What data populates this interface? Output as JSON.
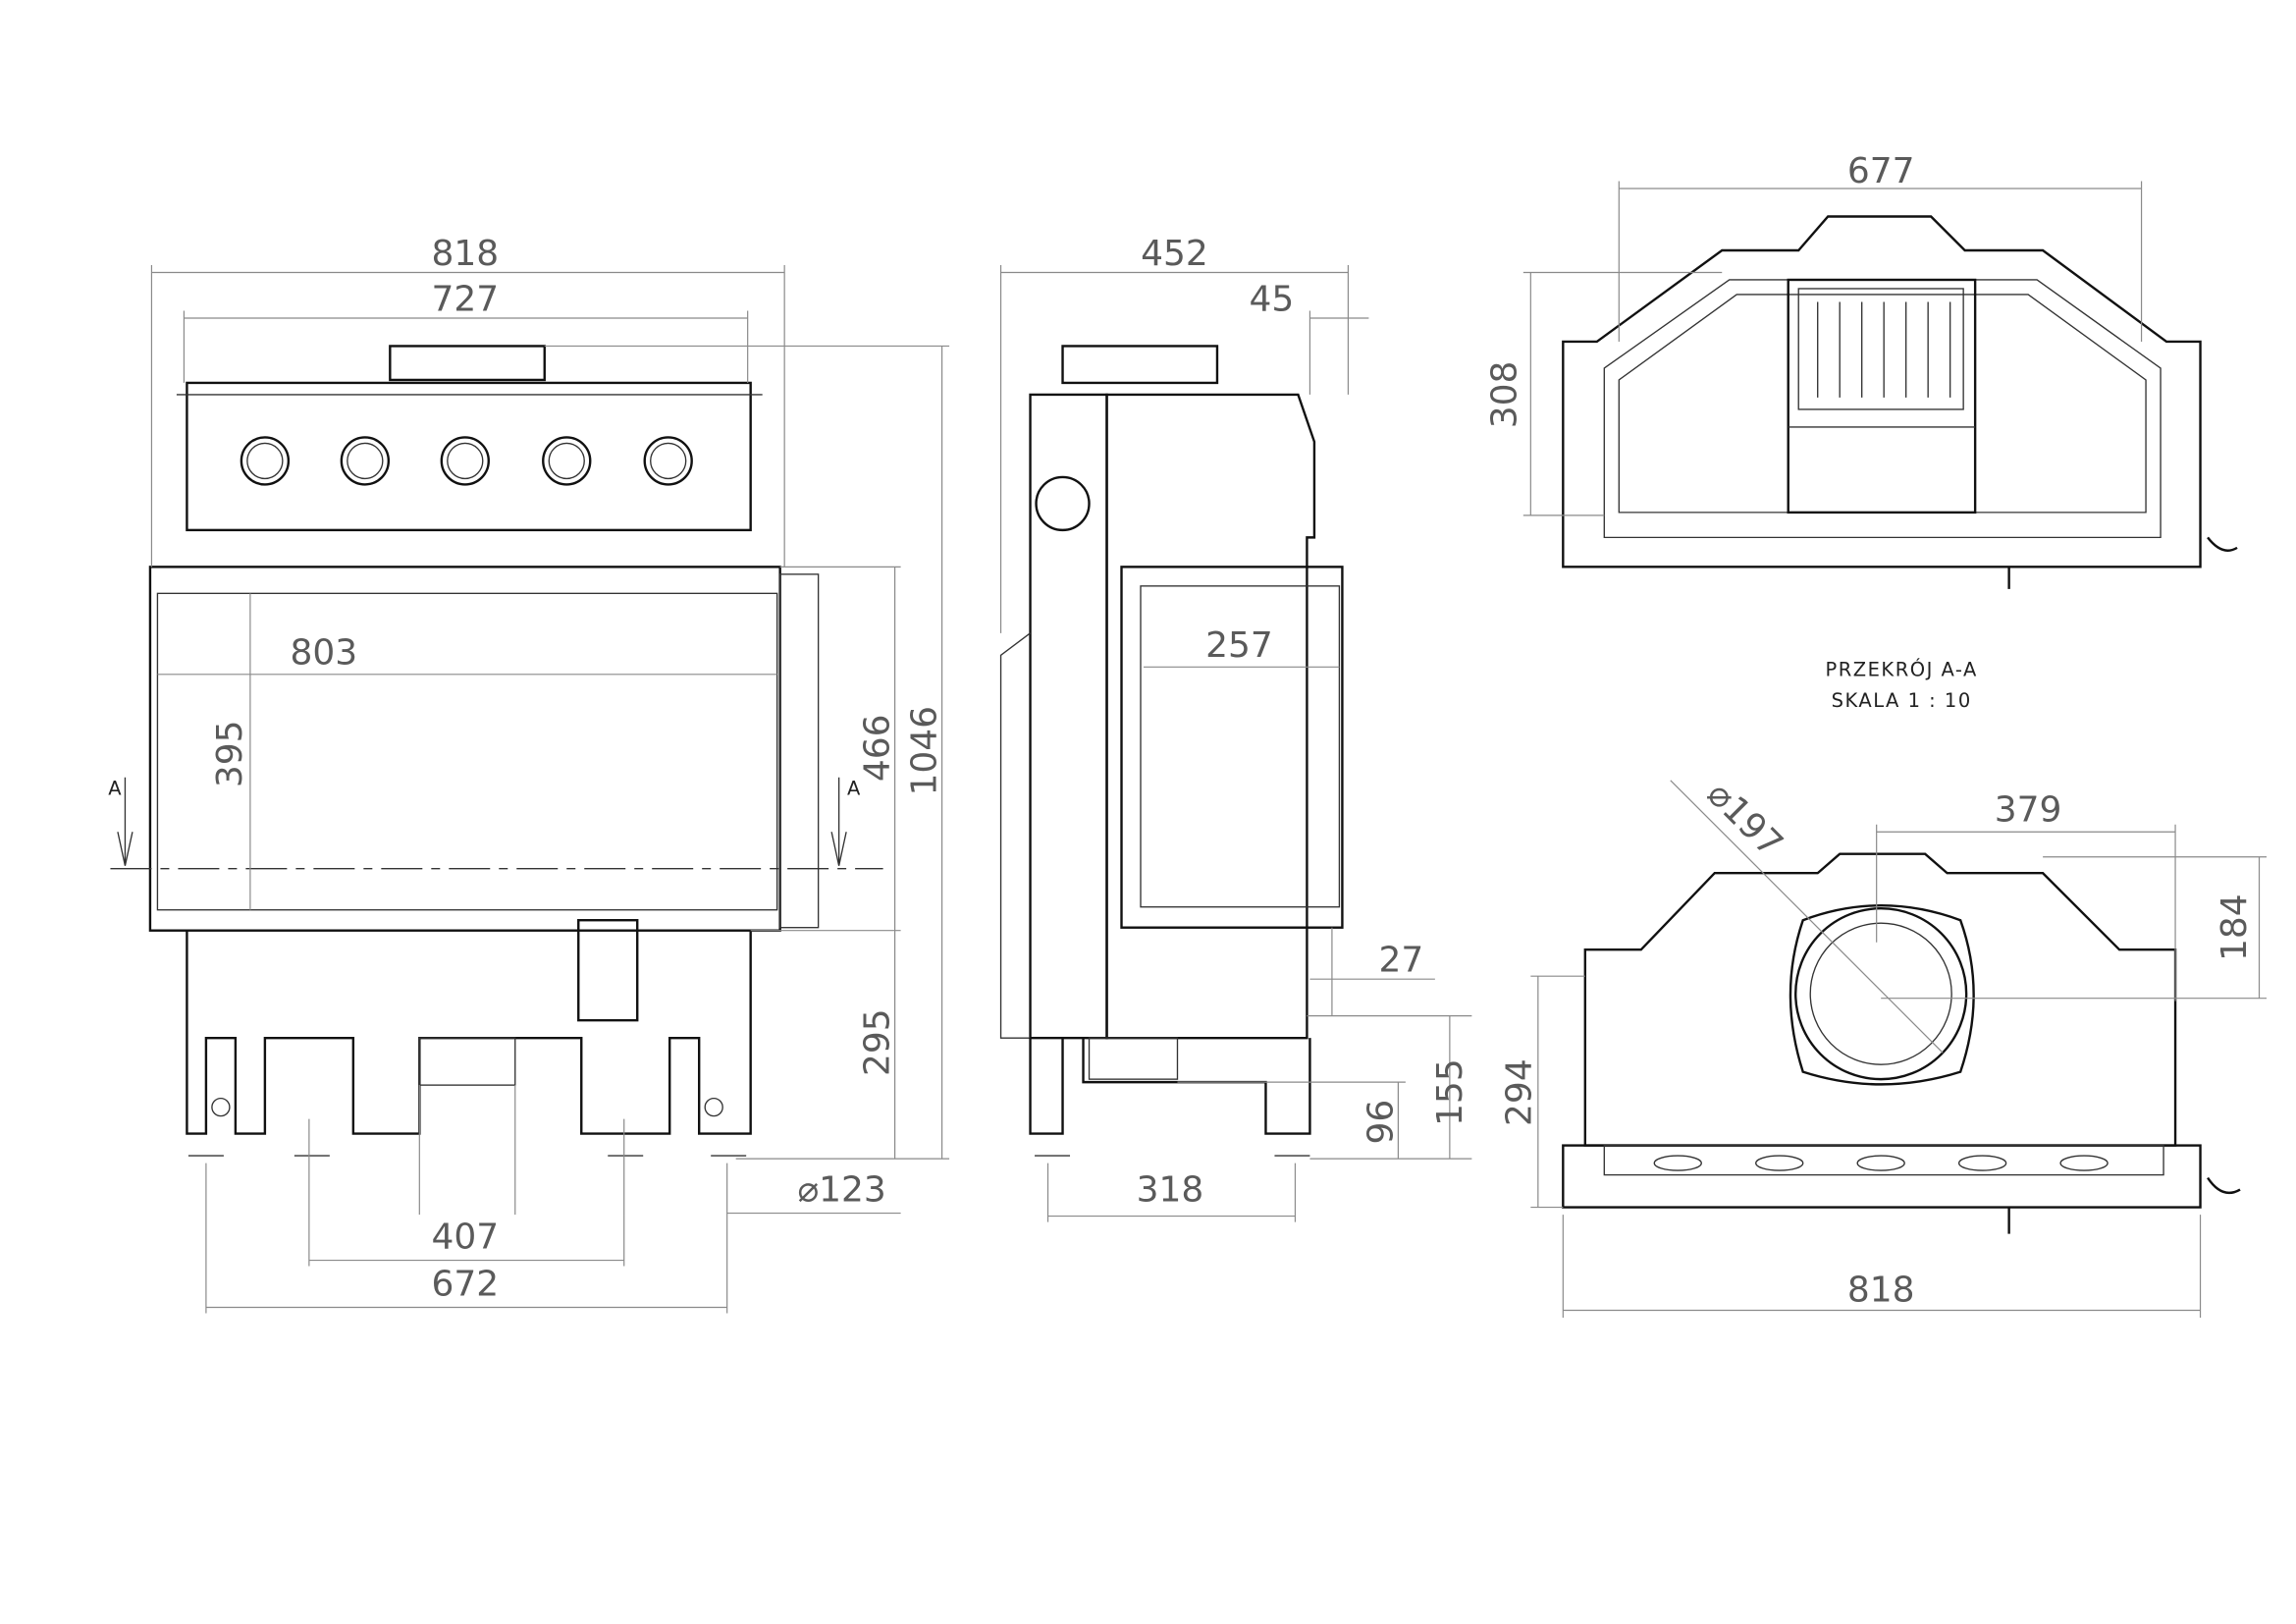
{
  "front_view": {
    "dims": {
      "overall_width": "818",
      "top_width": "727",
      "overall_height": "1046",
      "door_height": "466",
      "glass_height": "395",
      "glass_width": "803",
      "base_height": "295",
      "leg_spacing_inner": "407",
      "leg_spacing_outer": "672",
      "flue_diameter": "⌀123"
    },
    "section_marker": "A"
  },
  "side_view": {
    "dims": {
      "depth": "452",
      "offset_top": "45",
      "side_glass_width": "257",
      "door_offset": "27",
      "base_height": "155",
      "leg_height": "96",
      "leg_spacing": "318"
    }
  },
  "section_view": {
    "dims": {
      "width": "677",
      "depth": "308"
    },
    "title": "PRZEKRÓJ A-A",
    "scale": "SKALA 1 : 10"
  },
  "top_view": {
    "dims": {
      "flue_diameter": "⌀197",
      "flue_offset_x": "379",
      "flue_offset_y": "184",
      "depth": "294",
      "width": "818"
    }
  }
}
